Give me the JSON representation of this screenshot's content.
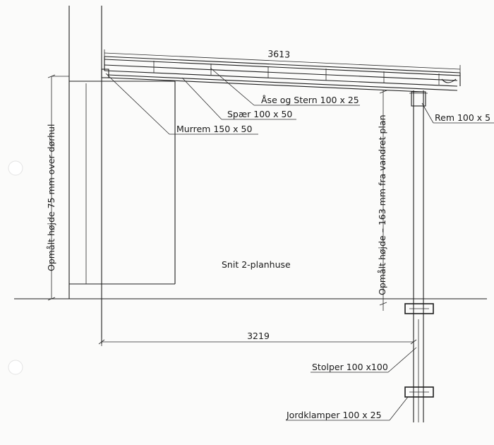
{
  "dimensions": {
    "roof_length": "3613",
    "ground_span": "3219"
  },
  "labels": {
    "stern": "Åse og Stern 100 x 25",
    "rafter": "Spær 100 x 50",
    "wall_plate": "Murrem 150 x 50",
    "beam": "Rem 100 x 5",
    "post": "Stolper 100 x100",
    "footing": "Jordklamper 100 x 25"
  },
  "heights": {
    "left": "Opmålt højde 75 mm over dørhul",
    "right": "Opmålt højde – 163 mm fra vandret plan"
  },
  "section_title": "Snit 2-planhuse"
}
